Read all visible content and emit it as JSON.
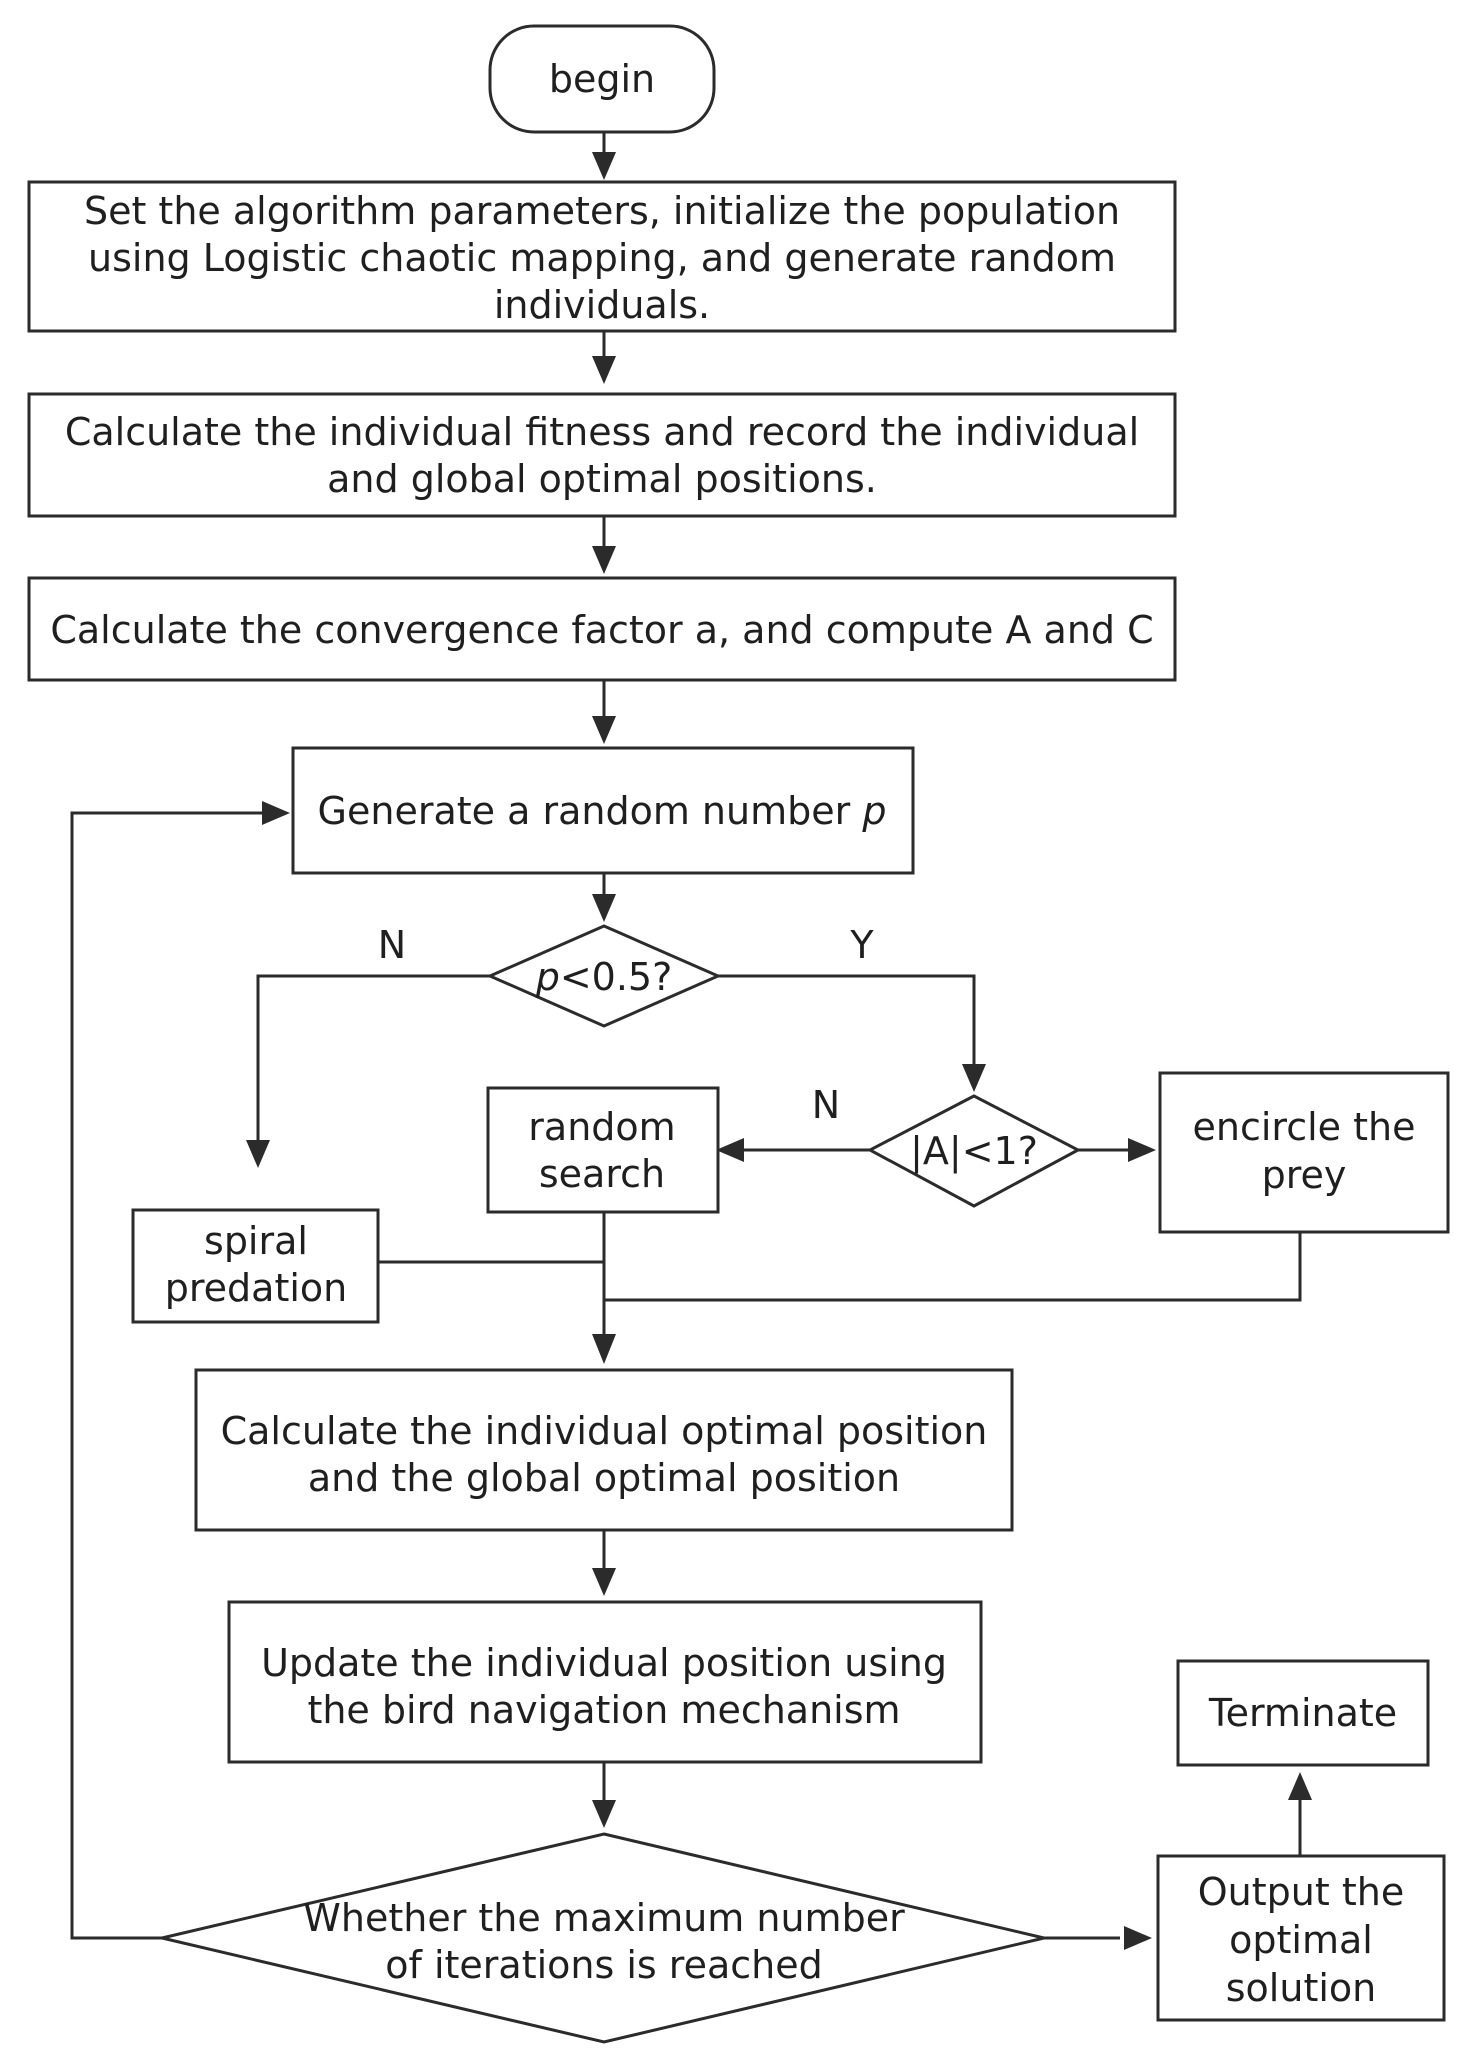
{
  "nodes": {
    "begin": "begin",
    "init": [
      "Set the algorithm parameters, initialize the population",
      "using Logistic chaotic mapping, and generate random",
      "individuals."
    ],
    "fitness": [
      "Calculate the individual fitness and record the individual",
      "and global optimal positions."
    ],
    "convergence": "Calculate the convergence factor a, and compute A and C",
    "random_number": {
      "text": "Generate a random number ",
      "var": "p"
    },
    "decision_p": {
      "var": "p",
      "text": "<0.5?"
    },
    "decision_a": "|A|<1?",
    "random_search": [
      "random",
      "search"
    ],
    "encircle": [
      "encircle the",
      "prey"
    ],
    "spiral": [
      "spiral",
      "predation"
    ],
    "optimal_pos": [
      "Calculate the individual optimal position",
      "and the global optimal position"
    ],
    "update": [
      "Update the individual position using",
      "the bird navigation mechanism"
    ],
    "decision_iter": [
      "Whether the maximum number",
      "of iterations is reached"
    ],
    "output": [
      "Output the",
      "optimal",
      "solution"
    ],
    "terminate": "Terminate"
  },
  "edge_labels": {
    "p_no": "N",
    "p_yes": "Y",
    "a_no": "N"
  }
}
